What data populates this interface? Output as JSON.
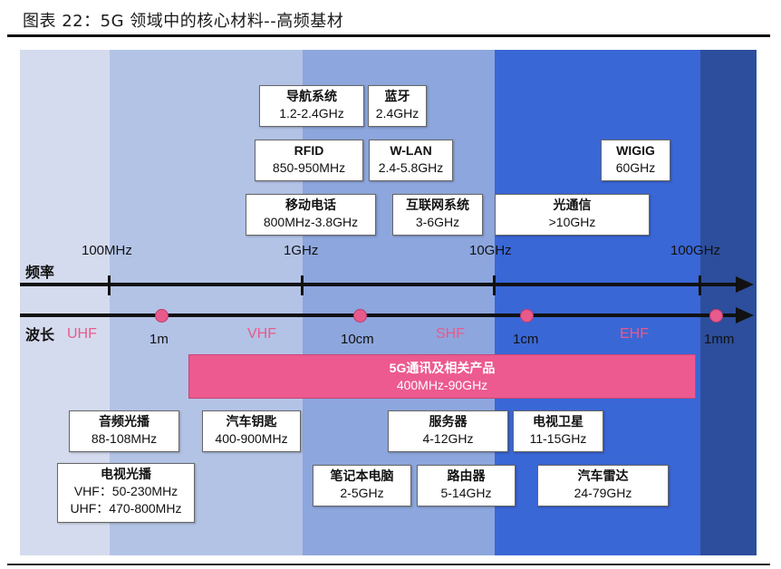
{
  "title": "图表 22：5G 领域中的核心材料--高频基材",
  "colors": {
    "band1": "#d5dbee",
    "band2": "#b3c3e6",
    "band3": "#8da6dd",
    "band4": "#3a67d6",
    "band5": "#2c4e9c",
    "accent_pink": "#ec5a8f"
  },
  "axes": {
    "frequency_name": "频率",
    "wavelength_name": "波长",
    "frequency_ticks": [
      "100MHz",
      "1GHz",
      "10GHz",
      "100GHz"
    ],
    "wavelength_ticks": [
      "1m",
      "10cm",
      "1cm",
      "1mm"
    ],
    "bands": [
      "UHF",
      "VHF",
      "SHF",
      "EHF"
    ]
  },
  "top_boxes": {
    "navigation": {
      "title": "导航系统",
      "sub": "1.2-2.4GHz"
    },
    "bluetooth": {
      "title": "蓝牙",
      "sub": "2.4GHz"
    },
    "rfid": {
      "title": "RFID",
      "sub": "850-950MHz"
    },
    "wlan": {
      "title": "W-LAN",
      "sub": "2.4-5.8GHz"
    },
    "mobile_phone": {
      "title": "移动电话",
      "sub": "800MHz-3.8GHz"
    },
    "iot": {
      "title": "互联网系统",
      "sub": "3-6GHz"
    },
    "optical": {
      "title": "光通信",
      "sub": ">10GHz"
    },
    "wigig": {
      "title": "WIGIG",
      "sub": "60GHz"
    }
  },
  "fiveg_bar": {
    "title": "5G通讯及相关产品",
    "sub": "400MHz-90GHz"
  },
  "bottom_boxes": {
    "broadcast": {
      "title": "音频光播",
      "sub": "88-108MHz"
    },
    "car_key": {
      "title": "汽车钥匙",
      "sub": "400-900MHz"
    },
    "server": {
      "title": "服务器",
      "sub": "4-12GHz"
    },
    "satellite": {
      "title": "电视卫星",
      "sub": "11-15GHz"
    },
    "tv": {
      "title": "电视光播",
      "line1": "VHF：50-230MHz",
      "line2": "UHF：470-800MHz"
    },
    "laptop": {
      "title": "笔记本电脑",
      "sub": "2-5GHz"
    },
    "router": {
      "title": "路由器",
      "sub": "5-14GHz"
    },
    "car_radar": {
      "title": "汽车雷达",
      "sub": "24-79GHz"
    }
  }
}
